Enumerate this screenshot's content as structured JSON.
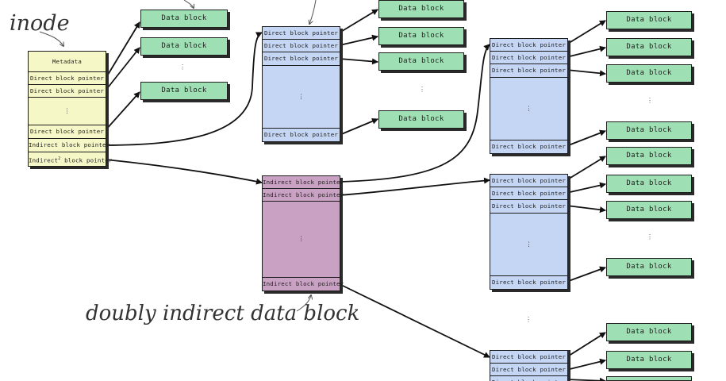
{
  "labels": {
    "inode": "inode",
    "doubly_indirect": "doubly indirect data block"
  },
  "inode_rows": {
    "metadata": "Metadata",
    "direct1": "Direct block pointer",
    "direct2": "Direct block pointer",
    "dots": "⋮",
    "direct3": "Direct block pointer",
    "indirect": "Indirect block pointer",
    "indirect2_prefix": "Indirect",
    "indirect2_sup": "2",
    "indirect2_suffix": " block pointer"
  },
  "direct_pointer_label": "Direct block pointer",
  "indirect_pointer_label": "Indirect block pointer",
  "data_block_label": "Data block",
  "vertical_dots": "⋮",
  "colors": {
    "inode": "#f6f7c6",
    "indirect_block": "#c4d6f3",
    "doubly_indirect_block": "#c9a1c3",
    "data_block": "#9ee0b3"
  }
}
